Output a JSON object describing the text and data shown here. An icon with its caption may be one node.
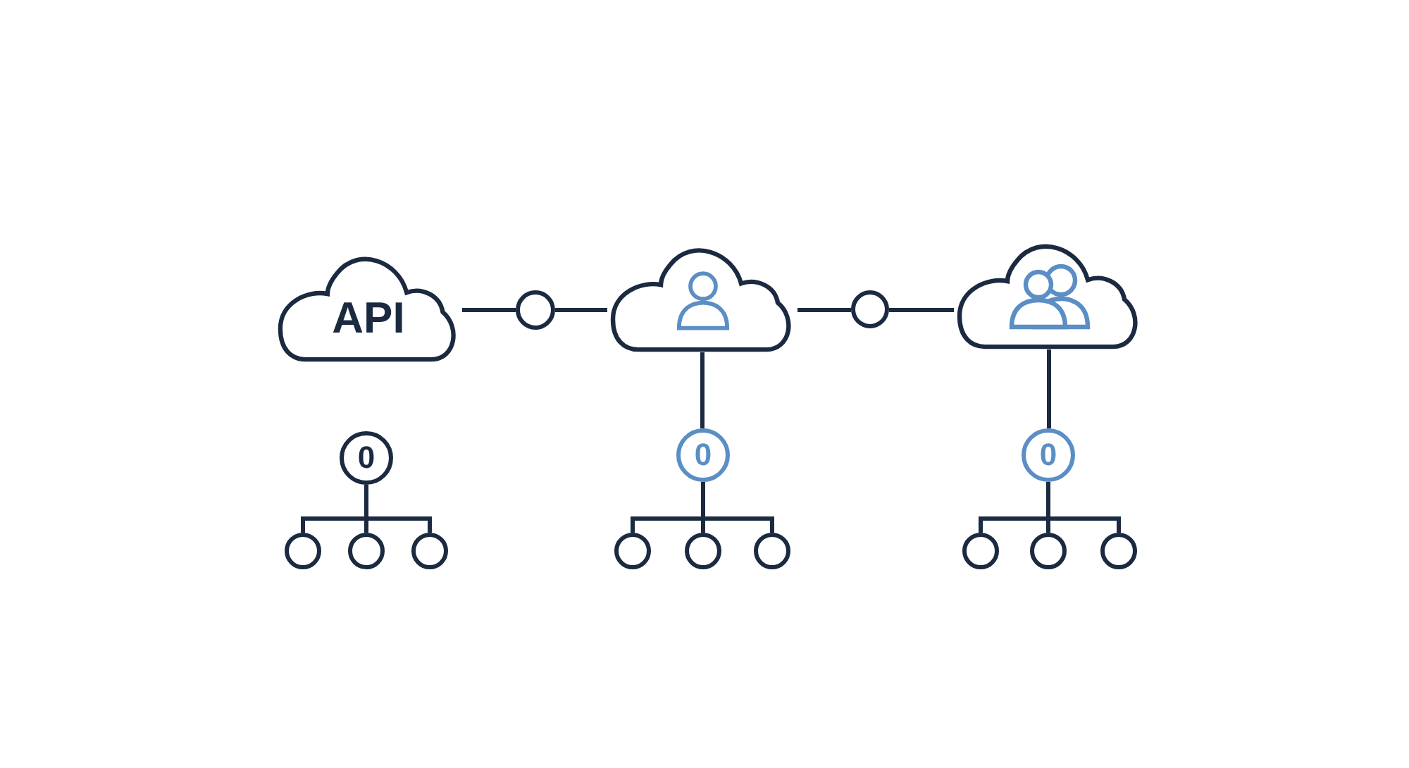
{
  "diagram": {
    "nodes": [
      {
        "text": [
          "API"
        ]
      },
      {
        "text": [],
        "shape": "cloud"
      },
      {
        "text": [],
        "shape": "cloud"
      },
      {
        "text": [],
        "shape": "circle"
      },
      {
        "text": [],
        "shape": "circle"
      },
      {
        "text": [
          "0"
        ]
      },
      {
        "text": [
          "0"
        ]
      },
      {
        "text": [
          "0"
        ]
      },
      {
        "text": [],
        "shape": "circle"
      },
      {
        "text": [],
        "shape": "circle"
      },
      {
        "text": [],
        "shape": "circle"
      },
      {
        "text": [],
        "shape": "circle"
      },
      {
        "text": [],
        "shape": "circle"
      },
      {
        "text": [],
        "shape": "circle"
      },
      {
        "text": [],
        "shape": "circle"
      },
      {
        "text": [],
        "shape": "circle"
      },
      {
        "text": [],
        "shape": "circle"
      }
    ],
    "edges": [
      {
        "from": 0,
        "to": 3,
        "arrow": "none"
      },
      {
        "from": 3,
        "to": 1,
        "arrow": "none"
      },
      {
        "from": 1,
        "to": 4,
        "arrow": "none"
      },
      {
        "from": 4,
        "to": 2,
        "arrow": "none"
      },
      {
        "from": 1,
        "to": 6,
        "arrow": "none"
      },
      {
        "from": 2,
        "to": 7,
        "arrow": "none"
      },
      {
        "from": 5,
        "to": 8,
        "arrow": "none"
      },
      {
        "from": 5,
        "to": 9,
        "arrow": "none"
      },
      {
        "from": 5,
        "to": 10,
        "arrow": "none"
      },
      {
        "from": 6,
        "to": 11,
        "arrow": "none"
      },
      {
        "from": 6,
        "to": 12,
        "arrow": "none"
      },
      {
        "from": 6,
        "to": 13,
        "arrow": "none"
      },
      {
        "from": 7,
        "to": 14,
        "arrow": "none"
      },
      {
        "from": 7,
        "to": 15,
        "arrow": "none"
      },
      {
        "from": 7,
        "to": 16,
        "arrow": "none"
      }
    ]
  }
}
